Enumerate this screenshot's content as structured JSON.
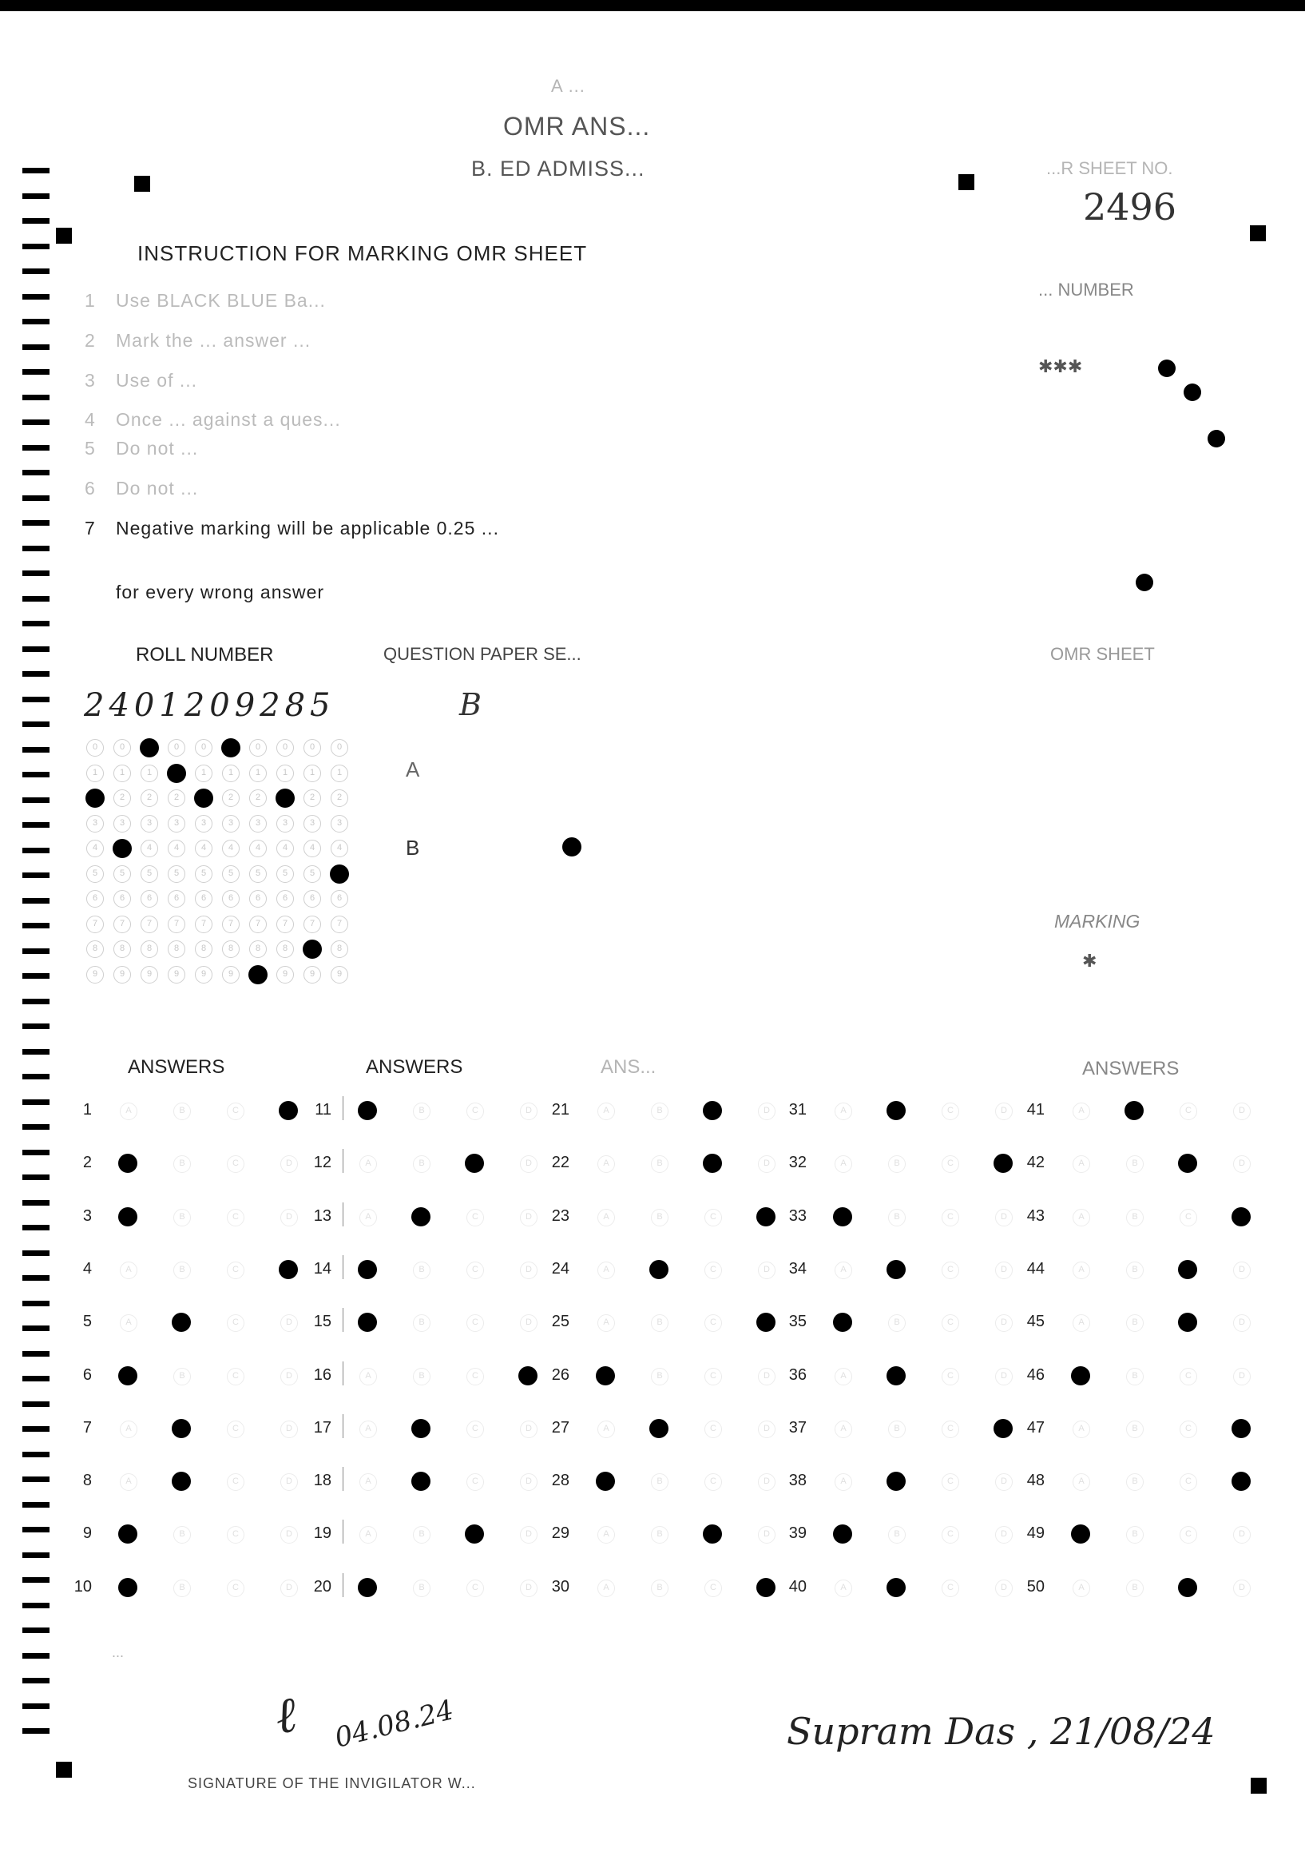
{
  "header": {
    "line1": "A ...",
    "line2": "OMR ANS...",
    "line3": "B. ED ADMISS...",
    "sheet_no_label": "...R SHEET NO.",
    "sheet_no": "2496"
  },
  "instructions": {
    "title": "INSTRUCTION FOR MARKING OMR SHEET",
    "items": [
      {
        "num": "1",
        "text": "Use BLACK BLUE Ba..."
      },
      {
        "num": "2",
        "text": "Mark the ... answer ..."
      },
      {
        "num": "3",
        "text": "Use of ..."
      },
      {
        "num": "4",
        "text": "Once ... against a ques..."
      },
      {
        "num": "5",
        "text": "Do not ..."
      },
      {
        "num": "6",
        "text": "Do not ..."
      },
      {
        "num": "7",
        "text": "Negative marking will be applicable 0.25 ..."
      },
      {
        "num": "",
        "text": "for every wrong answer"
      }
    ]
  },
  "right_panel": {
    "number_label": "... NUMBER",
    "omr_sheet_label": "OMR SHEET",
    "marking_label": "MARKING"
  },
  "roll": {
    "label": "ROLL NUMBER",
    "handwritten": "2401209285"
  },
  "question_paper": {
    "label": "QUESTION PAPER SE...",
    "handwritten": "B",
    "options": [
      "A",
      "B"
    ],
    "selected": "B"
  },
  "answers": {
    "headers": [
      "ANSWERS",
      "ANSWERS",
      "ANS...",
      "ANSWERS"
    ],
    "marked": [
      4,
      1,
      1,
      4,
      2,
      1,
      2,
      2,
      1,
      1,
      1,
      3,
      2,
      1,
      1,
      4,
      2,
      2,
      3,
      1,
      3,
      3,
      4,
      2,
      4,
      1,
      2,
      1,
      3,
      4,
      2,
      4,
      1,
      2,
      1,
      2,
      4,
      2,
      1,
      2,
      2,
      3,
      4,
      3,
      3,
      1,
      4,
      4,
      1,
      3
    ]
  },
  "footer": {
    "faint_note": "...",
    "signature_date": "04.08.24",
    "invigilator_label": "SIGNATURE OF THE INVIGILATOR W...",
    "candidate_signature": "Supram Das , 21/08/24"
  }
}
